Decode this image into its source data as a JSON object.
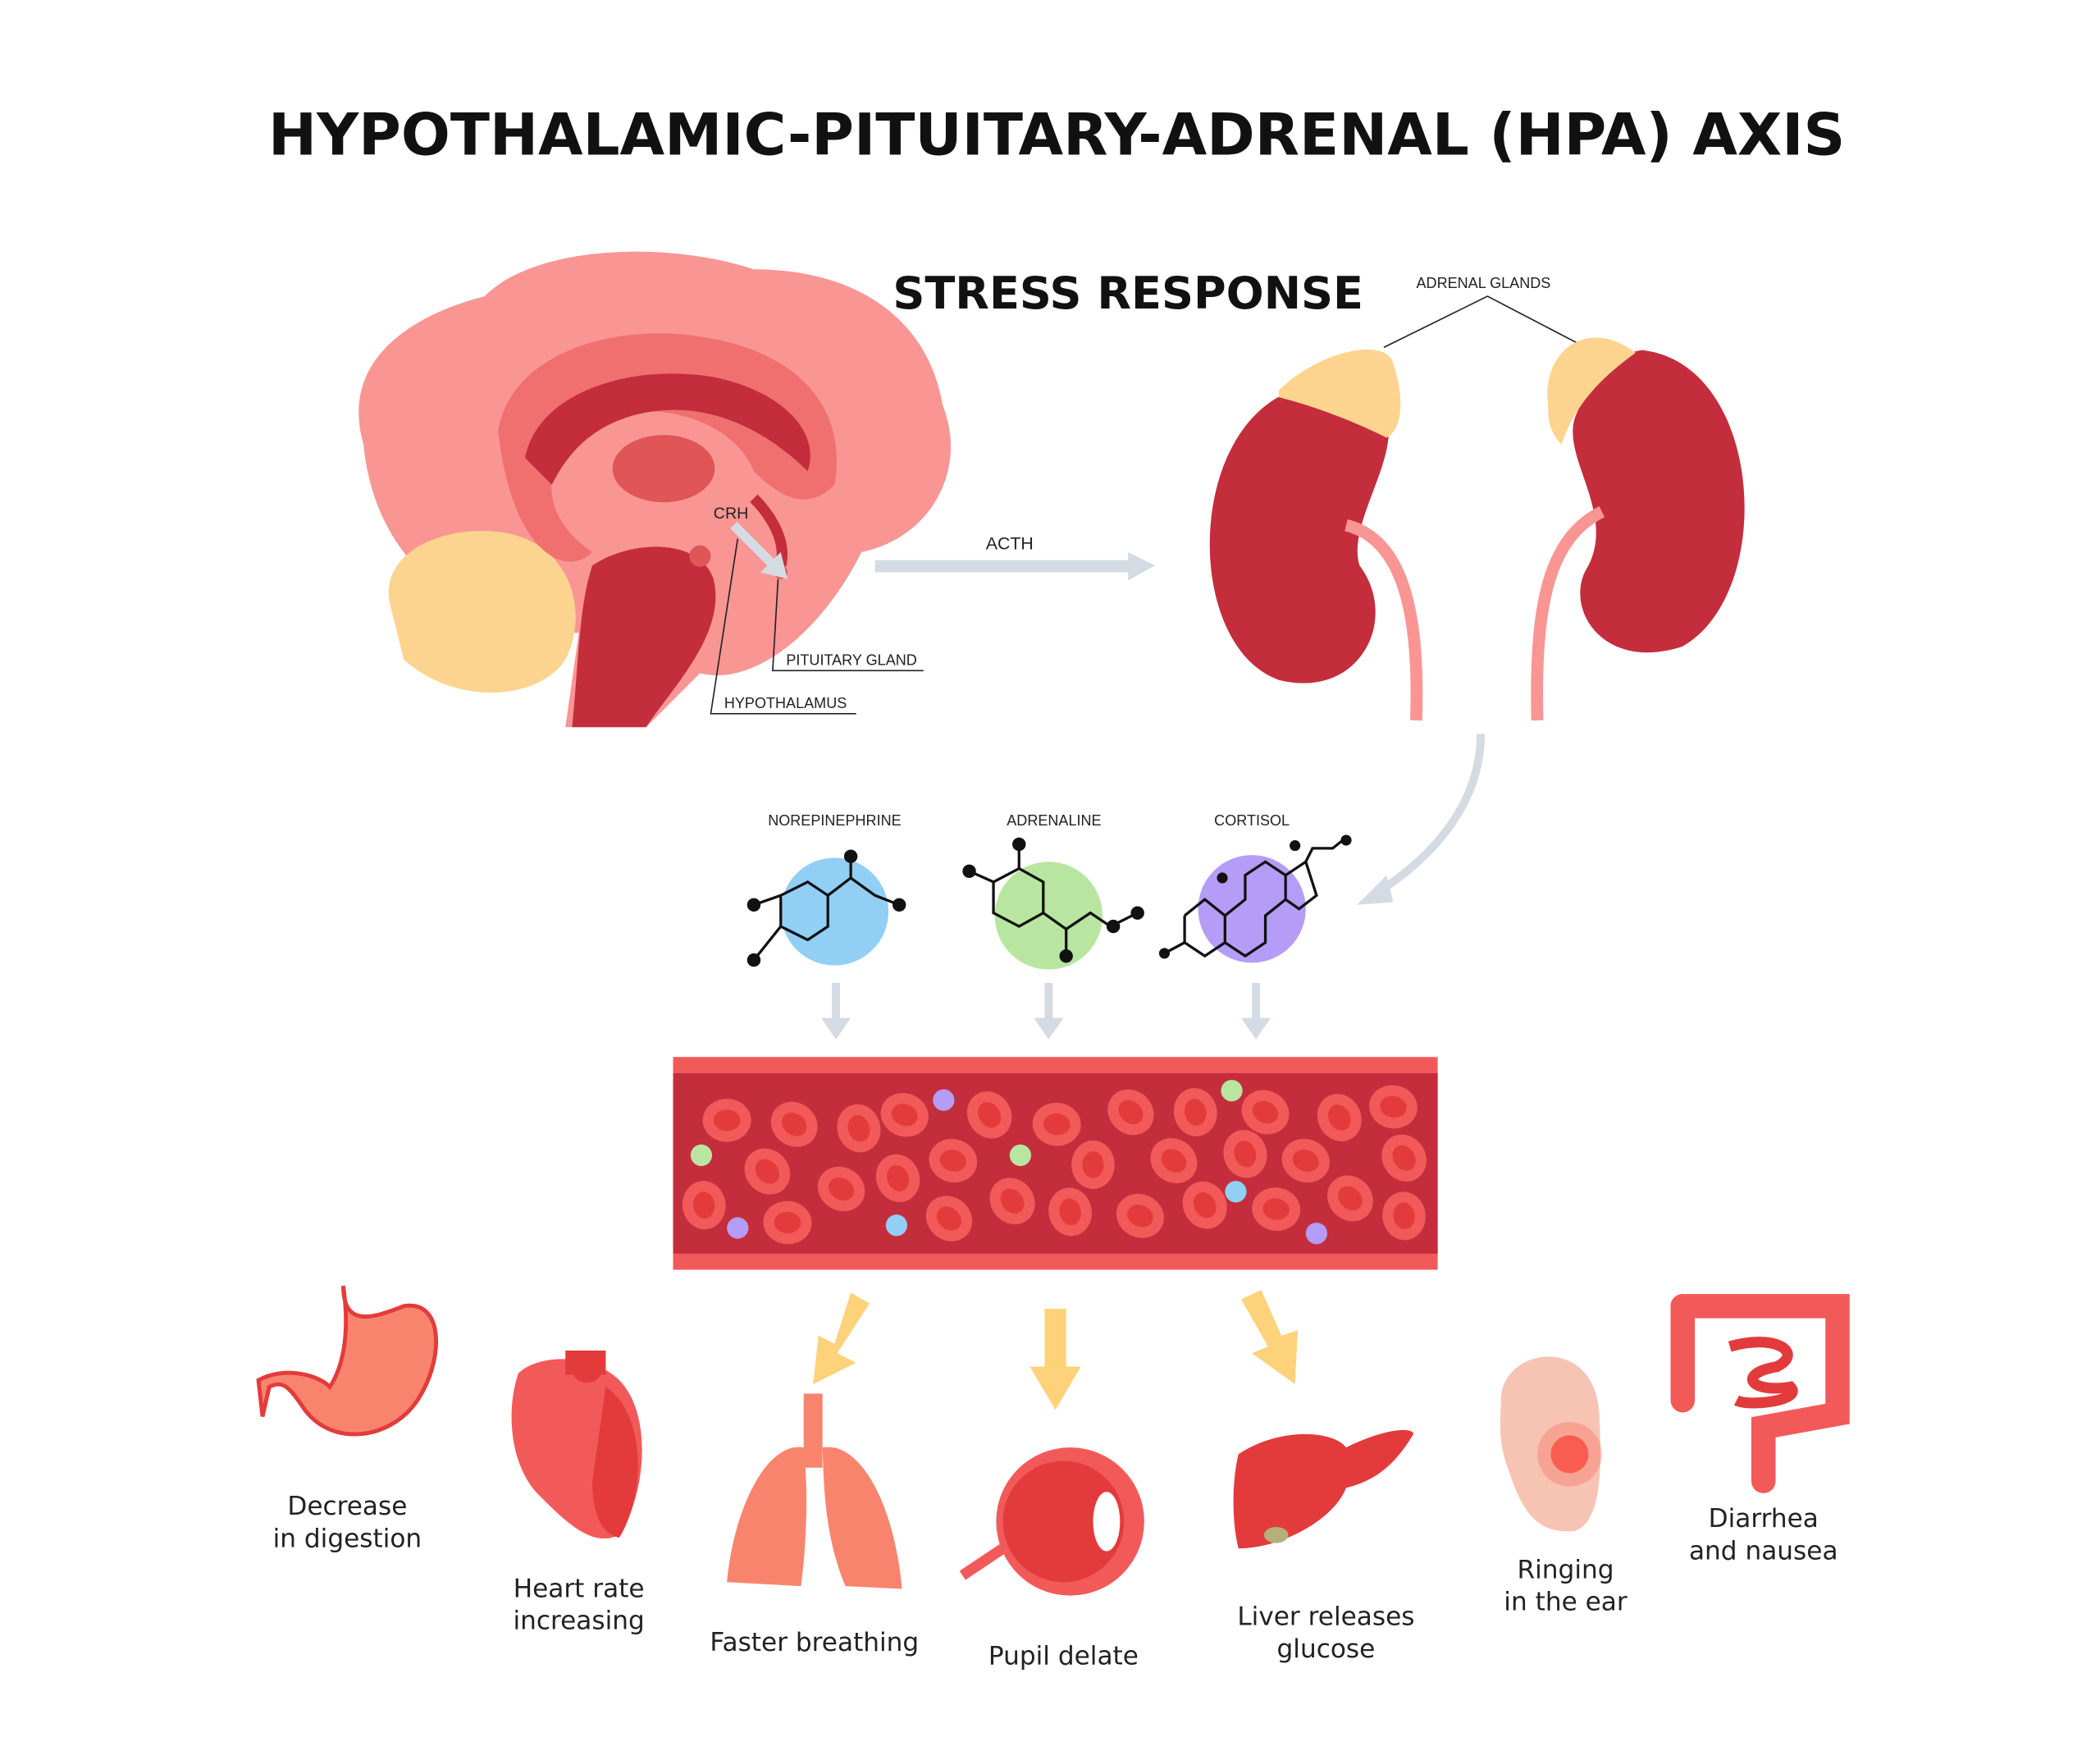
{
  "title": "HYPOTHALAMIC-PITUITARY-ADRENAL (HPA) AXIS",
  "subtitle": "STRESS RESPONSE",
  "brain_labels": {
    "crh": "CRH",
    "pituitary": "PITUITARY GLAND",
    "hypothalamus": "HYPOTHALAMUS"
  },
  "acth": "ACTH",
  "adrenal_label": "ADRENAL GLANDS",
  "hormones": [
    {
      "name": "NOREPINEPHRINE",
      "color": "#92CFF5"
    },
    {
      "name": "ADRENALINE",
      "color": "#B8E6A0"
    },
    {
      "name": "CORTISOL",
      "color": "#B59CF7"
    }
  ],
  "effects": [
    {
      "line1": "Decrease",
      "line2": "in digestion"
    },
    {
      "line1": "Heart rate",
      "line2": "increasing"
    },
    {
      "line1": "Faster breathing",
      "line2": ""
    },
    {
      "line1": "Pupil delate",
      "line2": ""
    },
    {
      "line1": "Liver releases",
      "line2": "glucose"
    },
    {
      "line1": "Ringing",
      "line2": "in the ear"
    },
    {
      "line1": "Diarrhea",
      "line2": "and nausea"
    }
  ],
  "colors": {
    "dark_red": "#C42D3C",
    "pink": "#F99694",
    "yellow": "#FDD48F",
    "arrow_grey": "#D5DBE3",
    "arrow_yellow": "#FDD27A",
    "red": "#E33B3B"
  }
}
